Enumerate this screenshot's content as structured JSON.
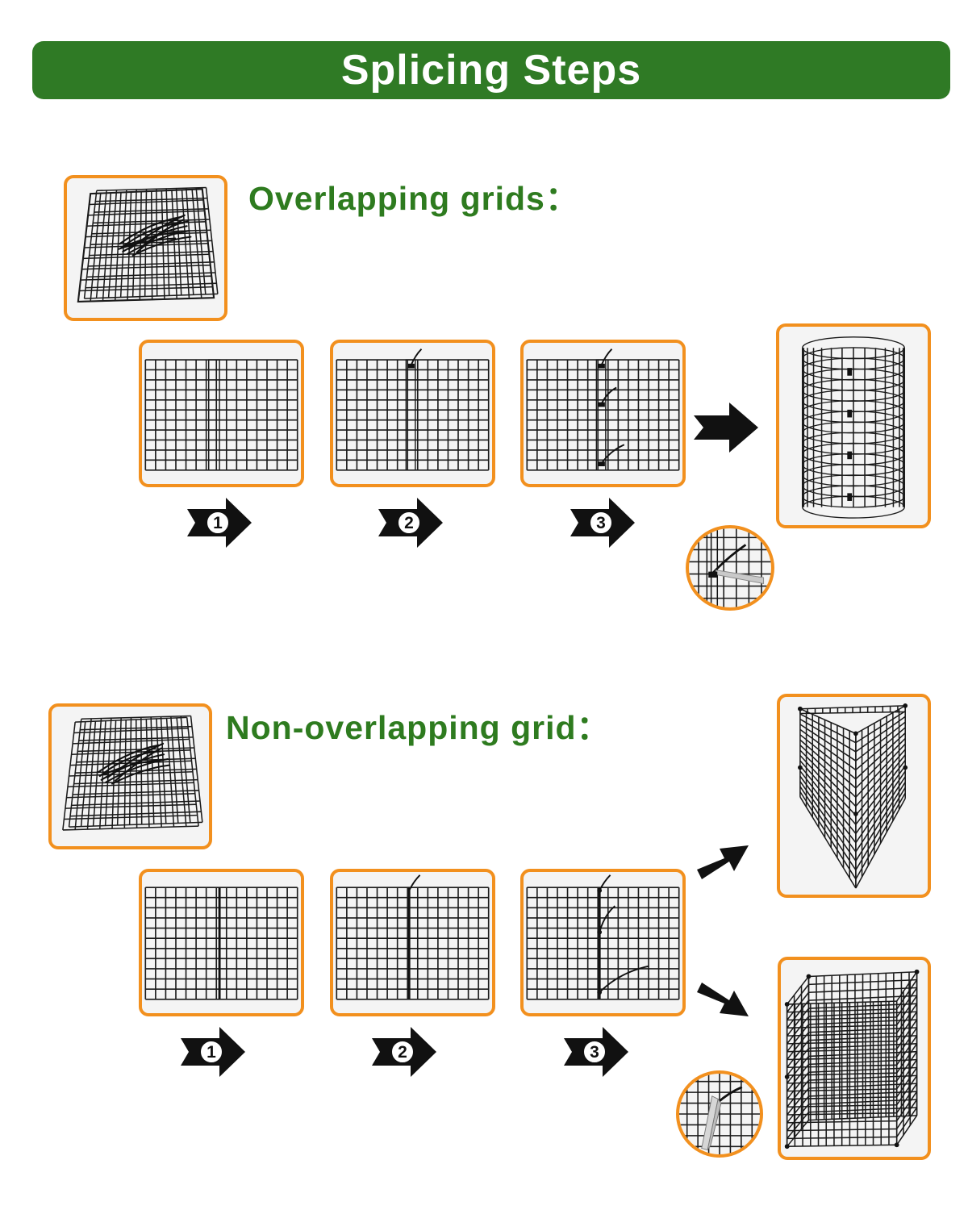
{
  "title": "Splicing Steps",
  "sections": [
    {
      "heading": "Overlapping grids：",
      "steps": [
        "1",
        "2",
        "3"
      ]
    },
    {
      "heading": "Non-overlapping grid：",
      "steps": [
        "1",
        "2",
        "3"
      ]
    }
  ],
  "colors": {
    "banner": "#2f7a25",
    "heading": "#2e7b1f",
    "frame": "#f2901e",
    "mesh": "#1a1a1a"
  }
}
